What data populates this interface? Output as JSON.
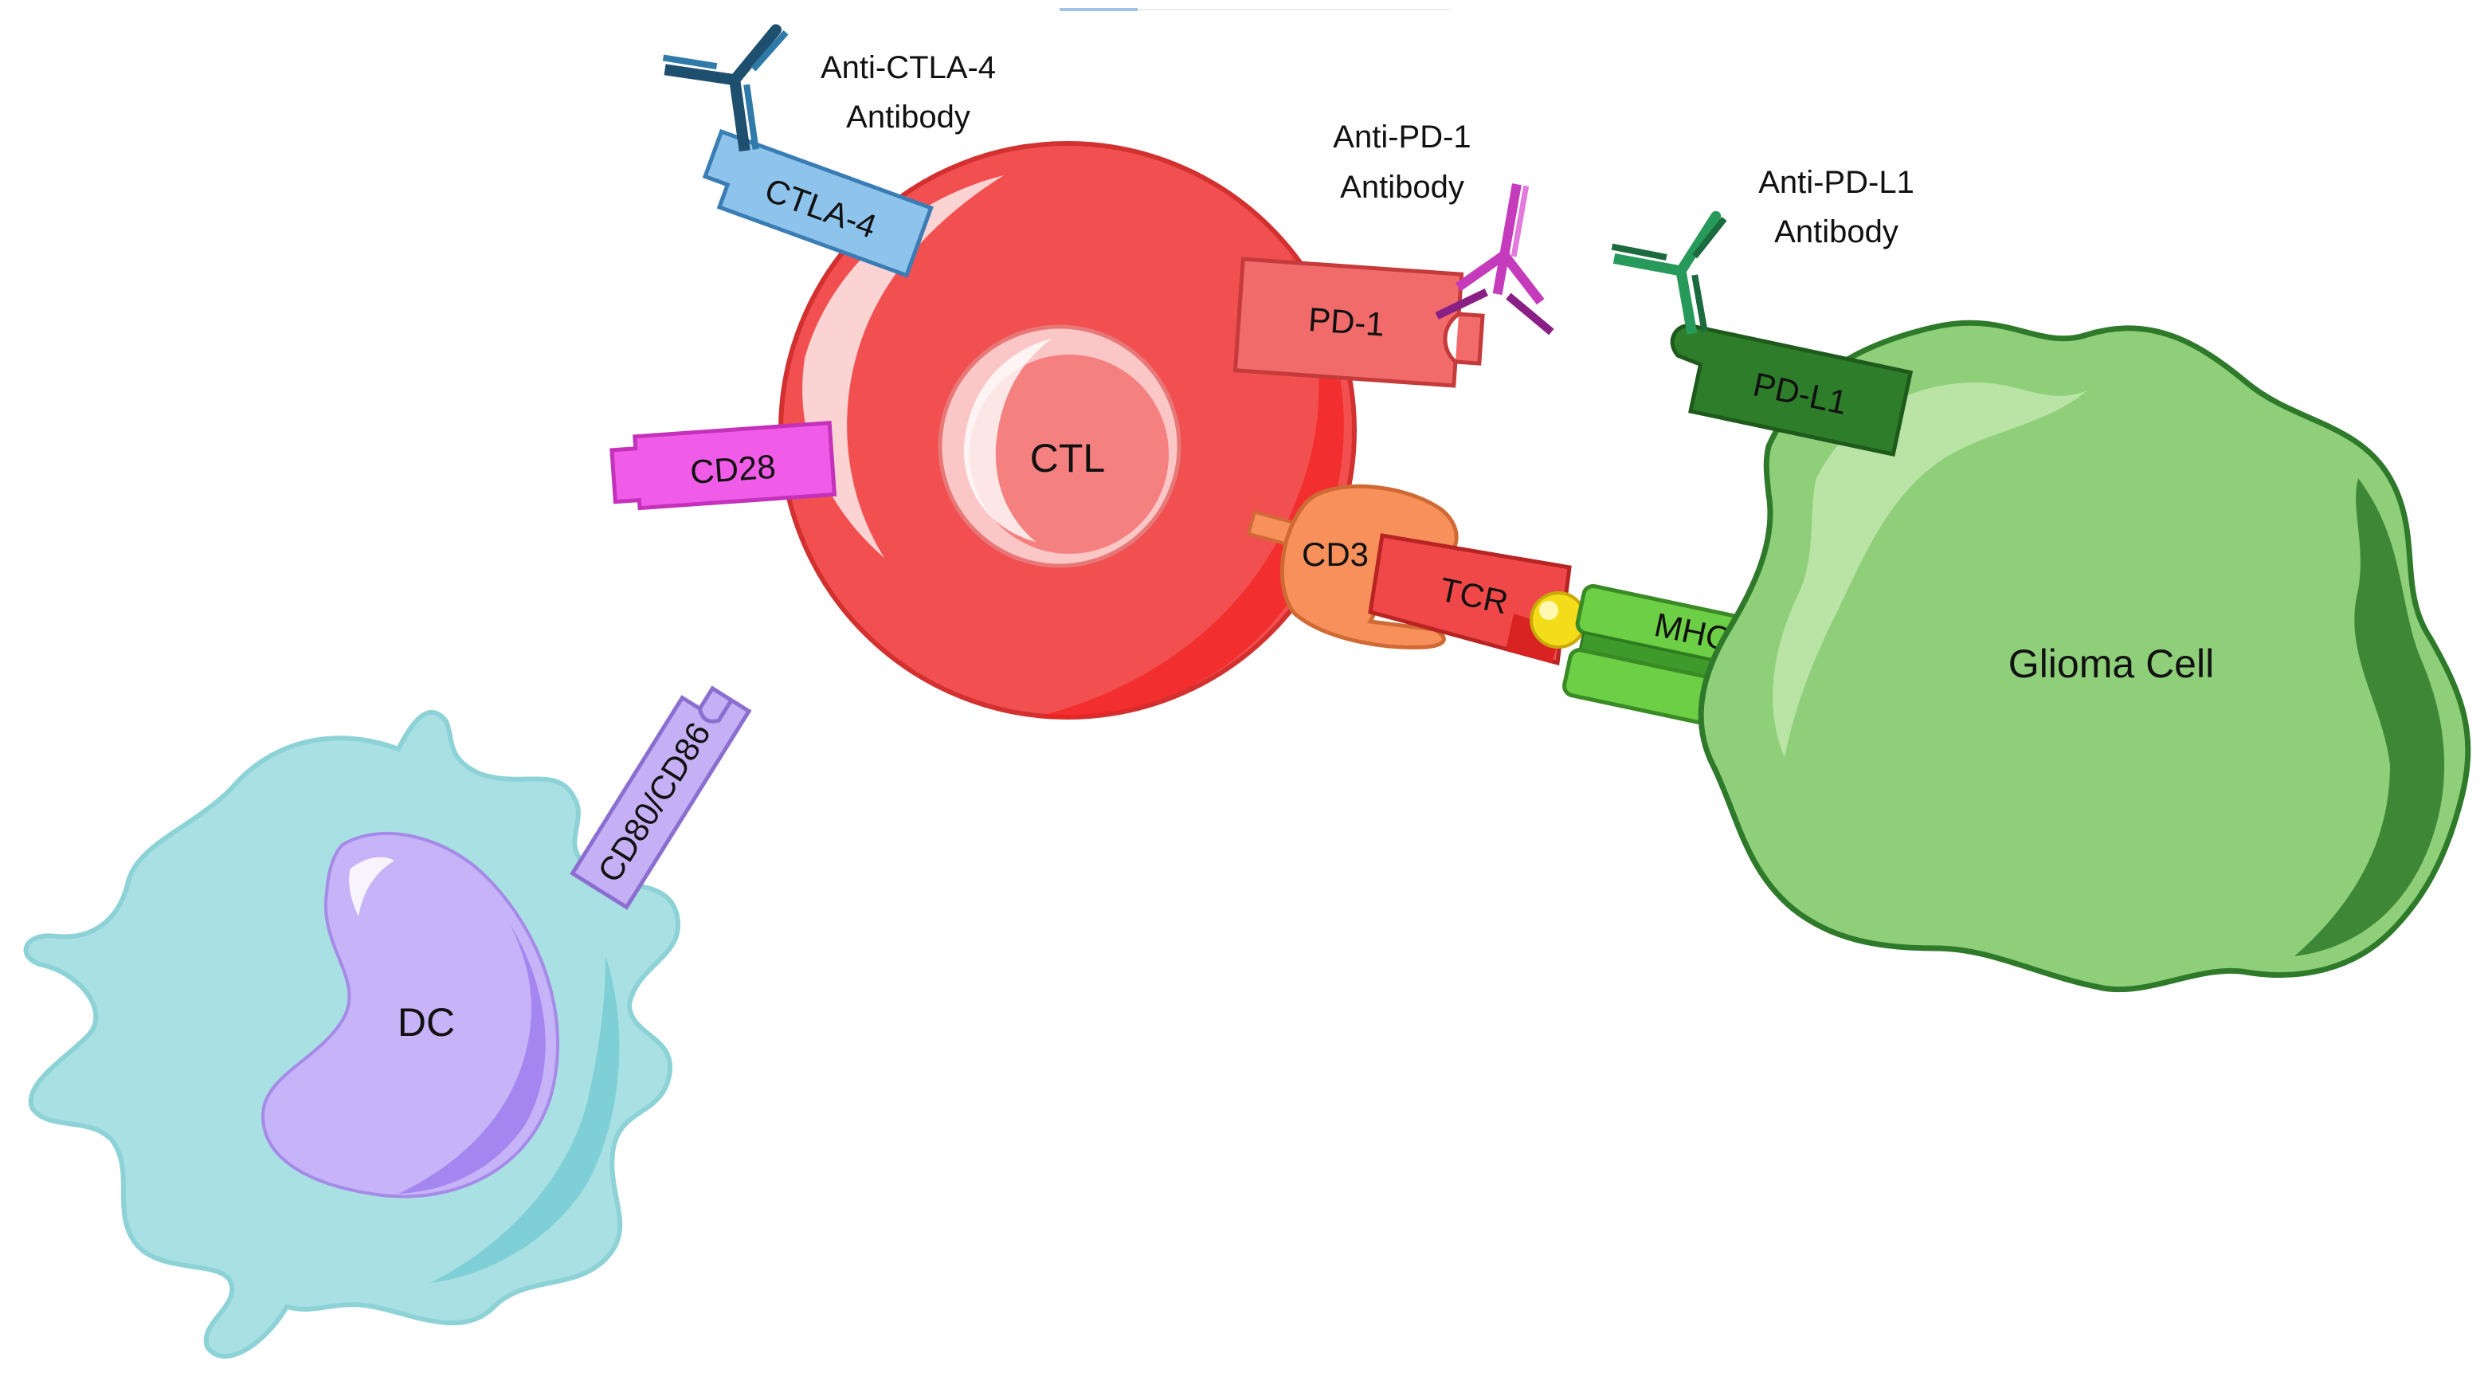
{
  "labels": {
    "ctl": "CTL",
    "glioma": "Glioma Cell",
    "dc": "DC",
    "ctla4": "CTLA-4",
    "pd1": "PD-1",
    "pdl1": "PD-L1",
    "cd28": "CD28",
    "cd3": "CD3",
    "tcr": "TCR",
    "mhc": "MHC I",
    "cd80": "CD80/CD86"
  },
  "antibodies": {
    "ctla4": [
      "Anti-CTLA-4",
      "Antibody"
    ],
    "pd1": [
      "Anti-PD-1",
      "Antibody"
    ],
    "pdl1": [
      "Anti-PD-L1",
      "Antibody"
    ]
  },
  "colors": {
    "ctl": "#f25050",
    "ctl_nucleus": "#f58080",
    "glioma": "#8fcf7a",
    "glioma_dark": "#2f7a2a",
    "dc": "#a9e0e3",
    "dc_nucleus": "#c7b3f7",
    "ctla4": "#8ec3ec",
    "pd1": "#f26b6b",
    "pdl1": "#2e7d2a",
    "cd28": "#f05ce8",
    "cd3": "#f7905a",
    "tcr": "#f04848",
    "mhc": "#6ccf45",
    "cd80": "#c6b0f5",
    "antigen": "#f5dc1a",
    "ab_ctla4": "#1f4f6e",
    "ab_pd1": "#c43cbb",
    "ab_pdl1": "#27995a"
  }
}
